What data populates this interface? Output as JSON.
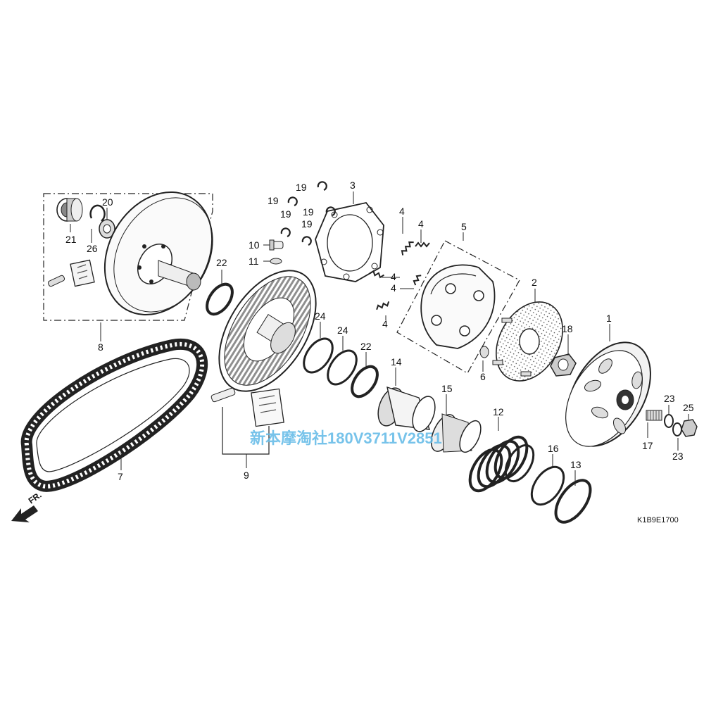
{
  "diagram": {
    "code": "K1B9E1700",
    "watermark": "新本摩淘社180V3711V2851",
    "front_marker": "FR.",
    "callouts": [
      {
        "id": "c1",
        "text": "1"
      },
      {
        "id": "c2",
        "text": "2"
      },
      {
        "id": "c3",
        "text": "3"
      },
      {
        "id": "c4a",
        "text": "4"
      },
      {
        "id": "c4b",
        "text": "4"
      },
      {
        "id": "c4c",
        "text": "4"
      },
      {
        "id": "c4d",
        "text": "4"
      },
      {
        "id": "c4e",
        "text": "4"
      },
      {
        "id": "c5",
        "text": "5"
      },
      {
        "id": "c6",
        "text": "6"
      },
      {
        "id": "c7",
        "text": "7"
      },
      {
        "id": "c8",
        "text": "8"
      },
      {
        "id": "c9",
        "text": "9"
      },
      {
        "id": "c10",
        "text": "10"
      },
      {
        "id": "c11",
        "text": "11"
      },
      {
        "id": "c12",
        "text": "12"
      },
      {
        "id": "c13",
        "text": "13"
      },
      {
        "id": "c14",
        "text": "14"
      },
      {
        "id": "c15",
        "text": "15"
      },
      {
        "id": "c16",
        "text": "16"
      },
      {
        "id": "c17",
        "text": "17"
      },
      {
        "id": "c18",
        "text": "18"
      },
      {
        "id": "c19a",
        "text": "19"
      },
      {
        "id": "c19b",
        "text": "19"
      },
      {
        "id": "c19c",
        "text": "19"
      },
      {
        "id": "c19d",
        "text": "19"
      },
      {
        "id": "c19e",
        "text": "19"
      },
      {
        "id": "c20",
        "text": "20"
      },
      {
        "id": "c21",
        "text": "21"
      },
      {
        "id": "c22a",
        "text": "22"
      },
      {
        "id": "c22b",
        "text": "22"
      },
      {
        "id": "c23a",
        "text": "23"
      },
      {
        "id": "c23b",
        "text": "23"
      },
      {
        "id": "c24a",
        "text": "24"
      },
      {
        "id": "c24b",
        "text": "24"
      },
      {
        "id": "c25",
        "text": "25"
      },
      {
        "id": "c26",
        "text": "26"
      }
    ]
  }
}
